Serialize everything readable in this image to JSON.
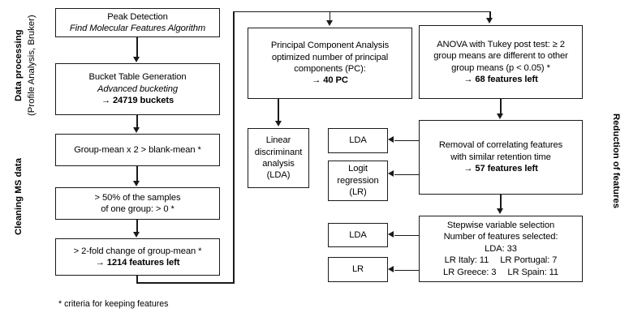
{
  "side_labels": {
    "left_top_main": "Data processing",
    "left_top_sub": "(Profile Analysis, Bruker)",
    "left_bottom_main": "Cleaning MS data",
    "right_main": "Reduction of features"
  },
  "footnote": "* criteria for keeping features",
  "boxes": {
    "peak_detection": {
      "line1": "Peak Detection",
      "line2": "Find Molecular Features Algorithm"
    },
    "bucket_table": {
      "line1": "Bucket Table Generation",
      "line2": "Advanced bucketing",
      "line3": "→ 24719 buckets"
    },
    "group_mean_blank": {
      "line1": "Group-mean x 2 > blank-mean *"
    },
    "fifty_percent": {
      "line1": "> 50% of the samples",
      "line2": "of one group: > 0 *"
    },
    "two_fold": {
      "line1": "> 2-fold change of group-mean *",
      "line2": "→ 1214 features left"
    },
    "pca": {
      "line1": "Principal Component Analysis",
      "line2": "optimized number of principal",
      "line3": "components (PC):",
      "line4": "→ 40 PC"
    },
    "anova": {
      "line1": "ANOVA with Tukey post test: ≥ 2",
      "line2": "group means are different to other",
      "line3": "group means (p < 0.05) *",
      "line4": "→ 68 features left"
    },
    "lda_full": {
      "line1": "Linear",
      "line2": "discriminant",
      "line3": "analysis",
      "line4": "(LDA)"
    },
    "lda_mid": {
      "line1": "LDA"
    },
    "logit_mid": {
      "line1": "Logit",
      "line2": "regression",
      "line3": "(LR)"
    },
    "removal_correlating": {
      "line1": "Removal of correlating features",
      "line2": "with similar retention time",
      "line3": "→ 57 features left"
    },
    "lda_bottom": {
      "line1": "LDA"
    },
    "lr_bottom": {
      "line1": "LR"
    },
    "stepwise": {
      "line1": "Stepwise variable selection",
      "line2": "Number of features selected:",
      "line3": "LDA: 33",
      "line4a": "LR Italy: 11",
      "line4b": "LR Portugal: 7",
      "line5a": "LR Greece: 3",
      "line5b": "LR Spain: 11"
    }
  },
  "colors": {
    "stroke": "#1a1a1a",
    "background": "#ffffff",
    "text": "#000000"
  }
}
